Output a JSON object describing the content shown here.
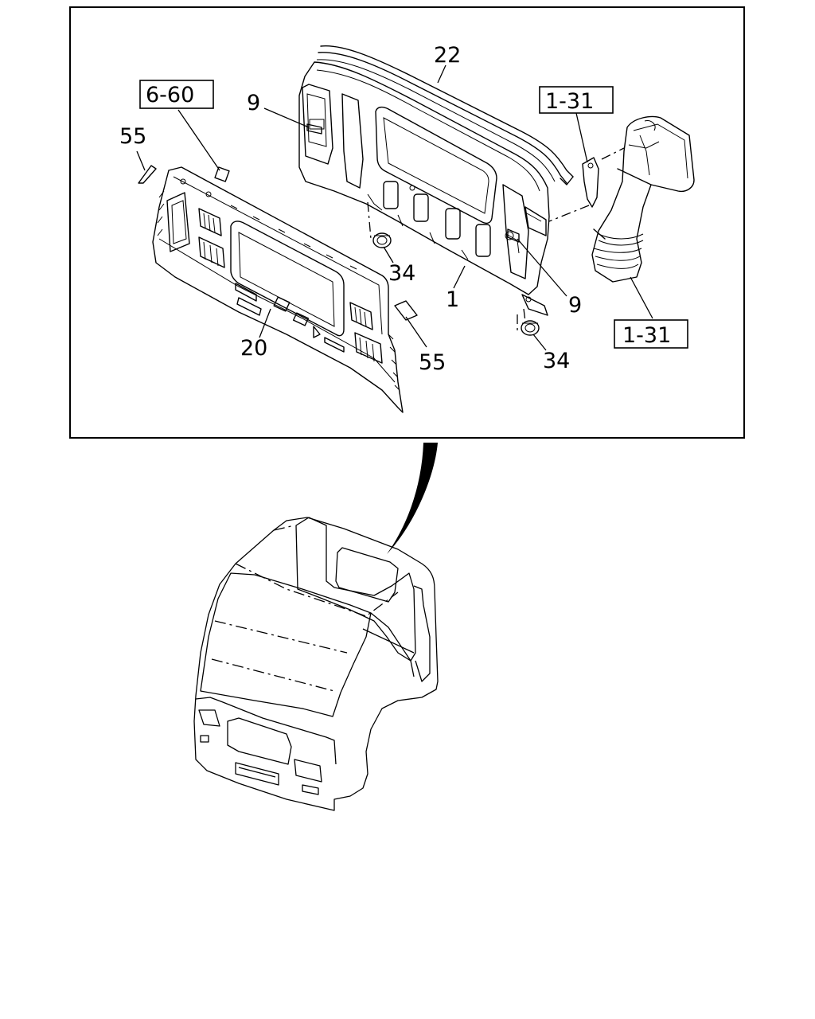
{
  "callouts": {
    "c22": "22",
    "c660": "6-60",
    "c9a": "9",
    "c55a": "55",
    "c131a": "1-31",
    "c34a": "34",
    "c1": "1",
    "c9b": "9",
    "c131b": "1-31",
    "c20": "20",
    "c55b": "55",
    "c34b": "34"
  }
}
